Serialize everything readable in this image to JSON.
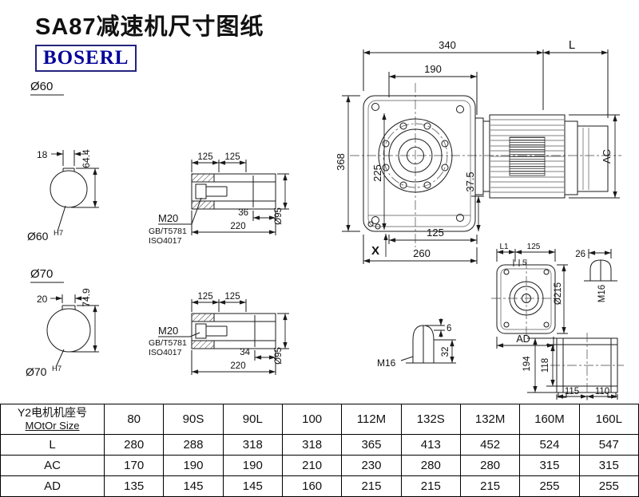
{
  "colors": {
    "brand_text": "#000099",
    "brand_border": "#23237d",
    "line": "#1a1a1a",
    "background": "#ffffff"
  },
  "page": {
    "title": "SA87减速机尺寸图纸",
    "brand": "BOSERL"
  },
  "front_view": {
    "dim_width": "340",
    "dim_flange_offset": "190",
    "dim_motor_length": "L",
    "dim_total_height": "368",
    "dim_center_height": "225",
    "dim_motor_diameter": "AC",
    "dim_foot_offset": "37.5",
    "dim_shaft_offset": "125",
    "dim_base_width": "260",
    "label_x": "X"
  },
  "shaft_60": {
    "label": "Ø60",
    "key_width": "18",
    "key_height": "64.4",
    "bore": "Ø60",
    "tolerance": "H7"
  },
  "shaft_70": {
    "label": "Ø70",
    "key_width": "20",
    "key_height": "74.9",
    "bore": "Ø70",
    "tolerance": "H7"
  },
  "hollow_shaft_top": {
    "dim_seg1": "125",
    "dim_seg2": "125",
    "thread": "M20",
    "standard_gb": "GB/T5781",
    "standard_iso": "ISO4017",
    "dim_depth": "36",
    "dim_length": "220",
    "dim_diameter": "Ø95"
  },
  "hollow_shaft_bottom": {
    "dim_seg1": "125",
    "dim_seg2": "125",
    "thread": "M20",
    "standard_gb": "GB/T5781",
    "standard_iso": "ISO4017",
    "dim_depth": "34",
    "dim_length": "220",
    "dim_diameter": "Ø95"
  },
  "side_view": {
    "dim_l1": "L1",
    "dim_125": "125",
    "dim_5": "5",
    "dim_diameter": "Ø215",
    "dim_ad": "AD"
  },
  "motor_shaft_view": {
    "dim_26": "26",
    "thread": "M16"
  },
  "key_view": {
    "dim_6": "6",
    "dim_32": "32",
    "thread": "M16"
  },
  "flange_view": {
    "dim_194": "194",
    "dim_118": "118",
    "dim_115": "115",
    "dim_110": "110"
  },
  "table": {
    "header_cn": "Y2电机机座号",
    "header_en": "MOtOr Size",
    "frames": [
      "80",
      "90S",
      "90L",
      "100",
      "112M",
      "132S",
      "132M",
      "160M",
      "160L"
    ],
    "rows": [
      {
        "label": "L",
        "values": [
          "280",
          "288",
          "318",
          "318",
          "365",
          "413",
          "452",
          "524",
          "547"
        ]
      },
      {
        "label": "AC",
        "values": [
          "170",
          "190",
          "190",
          "210",
          "230",
          "280",
          "280",
          "315",
          "315"
        ]
      },
      {
        "label": "AD",
        "values": [
          "135",
          "145",
          "145",
          "160",
          "215",
          "215",
          "215",
          "255",
          "255"
        ]
      }
    ]
  }
}
